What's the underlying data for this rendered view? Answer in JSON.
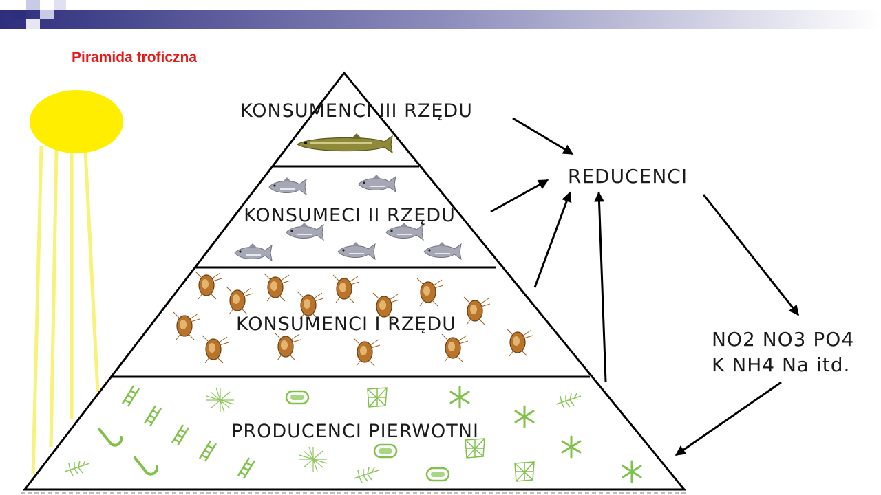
{
  "title": "Piramida troficzna",
  "levels": {
    "level3": "KONSUMENCI III RZĘDU",
    "level2": "KONSUMECI II RZĘDU",
    "level1": "KONSUMENCI I RZĘDU",
    "producers": "PRODUCENCI PIERWOTNI"
  },
  "decomposers": "REDUCENCI",
  "nutrients": {
    "line1": "NO2 NO3 PO4",
    "line2": "K NH4 Na itd."
  },
  "icons": {
    "sun": "sun-icon",
    "predator": "pike-fish-icon",
    "fish": "fish-icon",
    "zooplankton": "zooplankton-icon",
    "phytoplankton": "algae-icon",
    "arrow": "arrow-icon"
  },
  "colors": {
    "title": "#e31b1b",
    "sun": "#ffee00",
    "rays": "#f7f27a",
    "bar": "#2e2e7e",
    "algae": "#7fc14a",
    "zooplankton": "#b8742a",
    "fish": "#a6a9b5",
    "pike": "#8f8a3a"
  }
}
